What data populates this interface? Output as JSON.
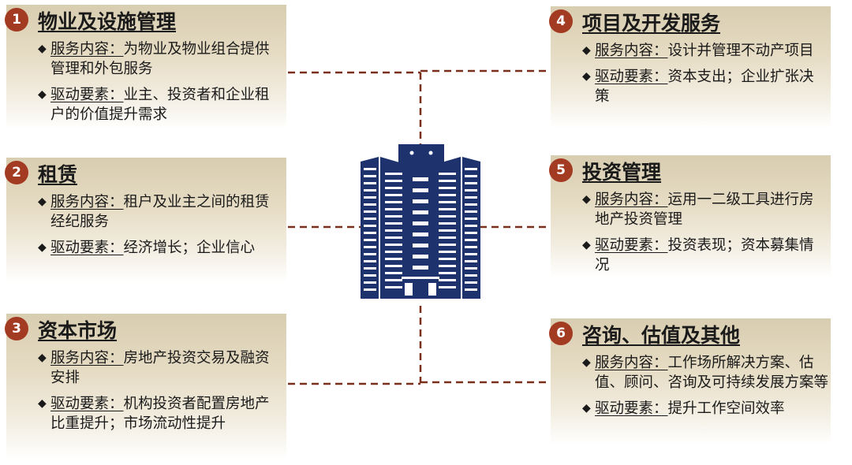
{
  "diagram": {
    "center_icon": "office-building-icon",
    "colors": {
      "badge": "#a33a22",
      "building": "#1e326e",
      "connector": "#7a2e1c",
      "box_top": "#d8cdb0",
      "box_bottom": "#ffffff"
    },
    "label_service": "服务内容：",
    "label_driver": "驱动要素：",
    "bullet": "◆",
    "boxes": [
      {
        "num": "1",
        "title": "物业及设施管理",
        "service": "为物业及物业组合提供管理和外包服务",
        "driver": "业主、投资者和企业租户的价值提升需求"
      },
      {
        "num": "2",
        "title": "租赁",
        "service": "租户及业主之间的租赁经纪服务",
        "driver": "经济增长；企业信心"
      },
      {
        "num": "3",
        "title": "资本市场",
        "service": "房地产投资交易及融资安排",
        "driver": "机构投资者配置房地产比重提升；市场流动性提升"
      },
      {
        "num": "4",
        "title": "项目及开发服务",
        "service": "设计并管理不动产项目",
        "driver": "资本支出；企业扩张决策"
      },
      {
        "num": "5",
        "title": "投资管理",
        "service": "运用一二级工具进行房地产投资管理",
        "driver": "投资表现；资本募集情况"
      },
      {
        "num": "6",
        "title": "咨询、估值及其他",
        "service": "工作场所解决方案、估值、顾问、咨询及可持续发展方案等",
        "driver": "提升工作空间效率"
      }
    ]
  }
}
